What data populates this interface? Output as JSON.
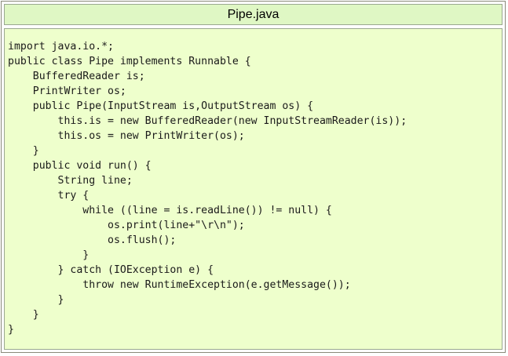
{
  "window": {
    "title": "Pipe.java"
  },
  "code": {
    "lines": [
      "import java.io.*;",
      "public class Pipe implements Runnable {",
      "    BufferedReader is;",
      "    PrintWriter os;",
      "    public Pipe(InputStream is,OutputStream os) {",
      "        this.is = new BufferedReader(new InputStreamReader(is));",
      "        this.os = new PrintWriter(os);",
      "    }",
      "    public void run() {",
      "        String line;",
      "        try {",
      "            while ((line = is.readLine()) != null) {",
      "                os.print(line+\"\\r\\n\");",
      "                os.flush();",
      "            }",
      "        } catch (IOException e) {",
      "            throw new RuntimeException(e.getMessage());",
      "        }",
      "    }",
      "}"
    ]
  },
  "colors": {
    "title_background": "#dff7c4",
    "code_background": "#eeffcc",
    "border": "#9aa890"
  }
}
